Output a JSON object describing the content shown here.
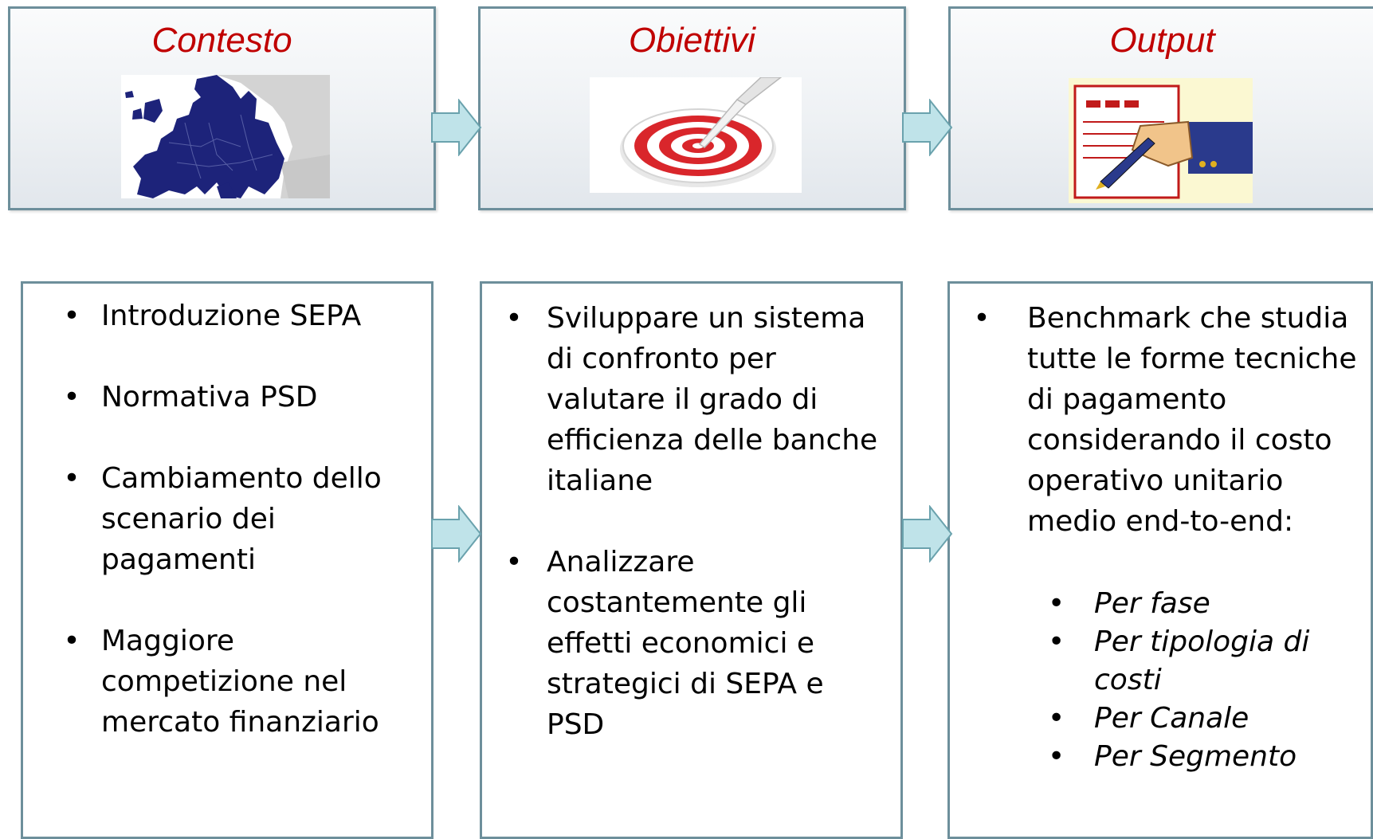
{
  "headers": [
    {
      "title": "Contesto"
    },
    {
      "title": "Obiettivi"
    },
    {
      "title": "Output"
    }
  ],
  "contesto": {
    "items": [
      {
        "text": "Introduzione SEPA"
      },
      {
        "text": "Normativa PSD"
      },
      {
        "text": "Cambiamento dello scenario dei pagamenti"
      },
      {
        "text": "Maggiore competizione nel mercato finanziario"
      }
    ]
  },
  "obiettivi": {
    "items": [
      {
        "text": "Sviluppare un sistema di confronto per valutare il grado di efficienza delle banche italiane"
      },
      {
        "text": "Analizzare costantemente gli effetti economici e strategici di SEPA e PSD"
      }
    ]
  },
  "output": {
    "main": "Benchmark che studia tutte le forme tecniche di pagamento considerando il costo operativo unitario medio end-to-end:",
    "sub": [
      {
        "text": "Per fase"
      },
      {
        "text": "Per tipologia di costi"
      },
      {
        "text": "Per Canale"
      },
      {
        "text": "Per Segmento"
      }
    ]
  },
  "bullet": "•",
  "icons": [
    "europe-map-icon",
    "target-icon",
    "document-writing-hand-icon",
    "right-arrow-icon"
  ],
  "colors": {
    "title": "#c00000",
    "border": "#6d8f9b",
    "arrow_fill": "#bfe3e9",
    "arrow_stroke": "#6aa2ad"
  }
}
